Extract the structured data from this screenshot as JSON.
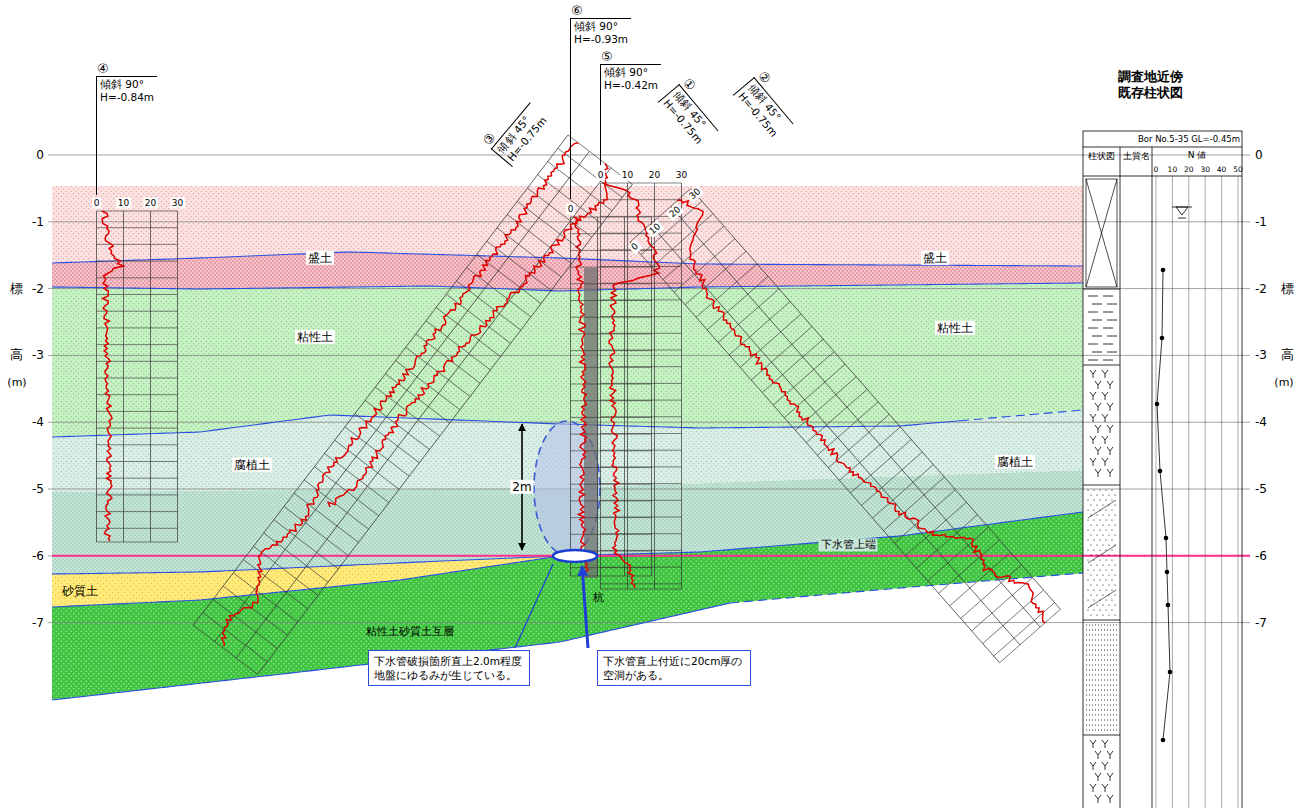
{
  "diagram": {
    "nodes": [
      {
        "text": [
          "④",
          "傾斜 90° H=-0.84m"
        ]
      },
      {
        "text": [
          "③",
          "傾斜 45° H=-0.75m"
        ]
      },
      {
        "text": [
          "⑥",
          "傾斜 90° H=-0.93m"
        ]
      },
      {
        "text": [
          "⑤",
          "傾斜 90° H=-0.42m"
        ]
      },
      {
        "text": [
          "①",
          "傾斜 45° H=-0.75m"
        ]
      },
      {
        "text": [
          "②",
          "傾斜 45° H=-0.75m"
        ]
      },
      {
        "text": [
          "下水管破損箇所直上2.0m程度 地盤にゆるみが生じている。"
        ]
      },
      {
        "text": [
          "下水管直上付近に20cm厚の 空洞がある。"
        ]
      }
    ],
    "labels": [
      "0",
      "-1",
      "-2",
      "-3",
      "-4",
      "-5",
      "-6",
      "-7",
      "標",
      "高",
      "(m)",
      "0",
      "-1",
      "-2",
      "-3",
      "-4",
      "-5",
      "-6",
      "-7",
      "標",
      "高",
      "(m)",
      "0",
      "10",
      "20",
      "30",
      "0",
      "0",
      "10",
      "20",
      "30",
      "0",
      "10",
      "20",
      "30",
      "盛土",
      "盛土",
      "粘性土",
      "粘性土",
      "腐植土",
      "腐植土",
      "砂質土",
      "粘性土砂質土互層",
      "下水管上端",
      "杭",
      "2m",
      "調査地近傍 既存柱状図",
      "Bor No.5-35 GL=-0.45m",
      "柱状図",
      "土質名",
      "N 値",
      "0",
      "10",
      "20",
      "30",
      "40",
      "50"
    ]
  }
}
